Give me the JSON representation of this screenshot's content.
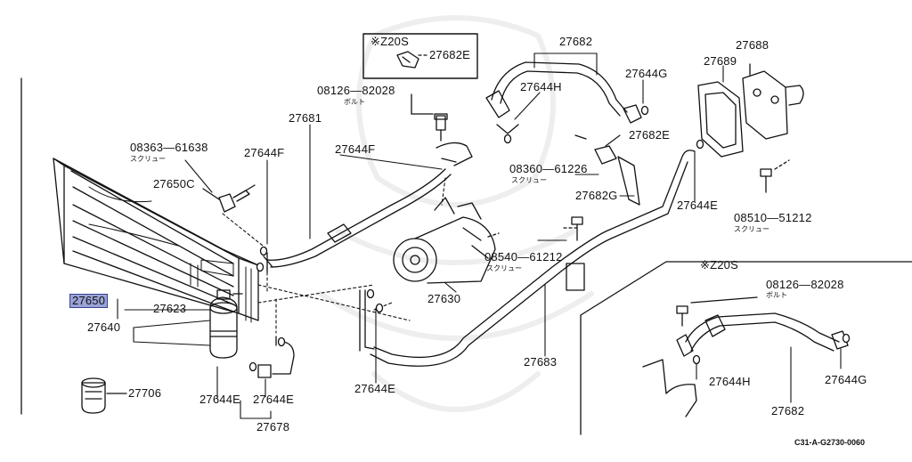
{
  "labels": {
    "z20s_top": "※Z20S",
    "p27682E_box": "27682E",
    "p27682_top": "27682",
    "p27644G_top": "27644G",
    "p27688": "27688",
    "p27689": "27689",
    "p08126_top": "08126—82028",
    "bolt_top": "ボルト",
    "p27644H_top": "27644H",
    "p27681": "27681",
    "p27682E_mid": "27682E",
    "p08363": "08363—61638",
    "screw_1": "スクリュー",
    "p27644F_a": "27644F",
    "p27644F_b": "27644F",
    "p08360": "08360—61226",
    "screw_2": "スクリュー",
    "p27650C": "27650C",
    "p27682G": "27682G",
    "p27644E_right": "27644E",
    "p08510": "08510—51212",
    "screw_3": "スクリュー",
    "p08540": "08540—61212",
    "screw_4": "スクリュー",
    "z20s_right": "※Z20S",
    "p27650": "27650",
    "p27623": "27623",
    "p27630": "27630",
    "p08126_right": "08126—82028",
    "bolt_right": "ボルト",
    "p27640": "27640",
    "p27683": "27683",
    "p27644E_mid": "27644E",
    "p27644H_right": "27644H",
    "p27644G_right": "27644G",
    "p27706": "27706",
    "p27644E_a": "27644E",
    "p27644E_b": "27644E",
    "p27682_right": "27682",
    "p27678": "27678",
    "ref_code": "C31-A-G2730-0060"
  }
}
